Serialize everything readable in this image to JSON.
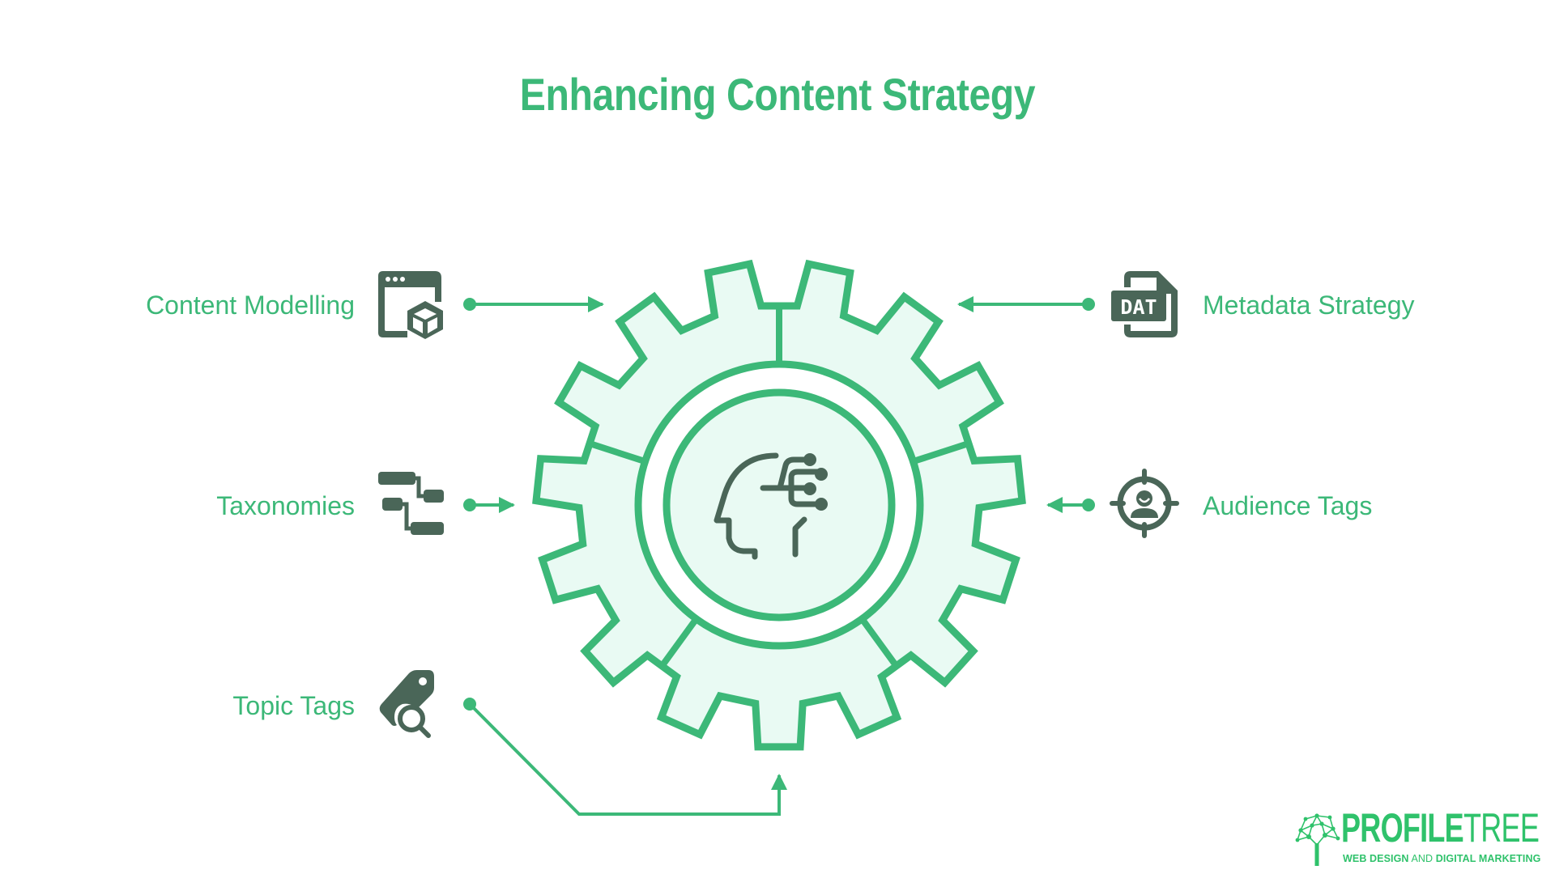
{
  "title": "Enhancing Content Strategy",
  "center": {
    "icon": "ai-head-circuit-icon"
  },
  "items": [
    {
      "id": "content-modelling",
      "label": "Content Modelling",
      "icon": "browser-cube-icon",
      "side": "left"
    },
    {
      "id": "taxonomies",
      "label": "Taxonomies",
      "icon": "hierarchy-tree-icon",
      "side": "left"
    },
    {
      "id": "topic-tags",
      "label": "Topic Tags",
      "icon": "tag-search-icon",
      "side": "left"
    },
    {
      "id": "metadata-strategy",
      "label": "Metadata Strategy",
      "icon": "dat-file-icon",
      "side": "right"
    },
    {
      "id": "audience-tags",
      "label": "Audience Tags",
      "icon": "audience-target-icon",
      "side": "right"
    }
  ],
  "icons": {
    "dat_text": "DAT"
  },
  "logo": {
    "name_bold": "PROFILE",
    "name_thin": "TREE",
    "tagline_bold_1": "WEB DESIGN",
    "tagline_thin": " AND ",
    "tagline_bold_2": "DIGITAL MARKETING"
  },
  "colors": {
    "accent_green": "#3cb878",
    "gear_fill": "#e9faf3",
    "icon_dark": "#4a6658",
    "logo_green": "#2fc26b"
  }
}
